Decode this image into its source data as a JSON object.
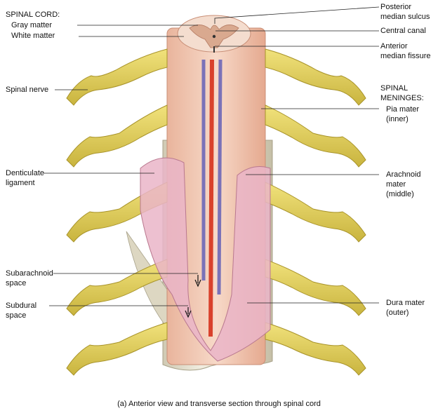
{
  "labels": {
    "spinal_cord_heading": "SPINAL CORD:",
    "gray_matter": "Gray matter",
    "white_matter": "White matter",
    "spinal_nerve": "Spinal nerve",
    "denticulate_1": "Denticulate",
    "denticulate_2": "ligament",
    "subarachnoid_1": "Subarachnoid",
    "subarachnoid_2": "space",
    "subdural_1": "Subdural",
    "subdural_2": "space",
    "posterior_1": "Posterior",
    "posterior_2": "median sulcus",
    "central_canal": "Central canal",
    "anterior_1": "Anterior",
    "anterior_2": "median fissure",
    "meninges_1": "SPINAL",
    "meninges_2": "MENINGES:",
    "pia_1": "Pia mater",
    "pia_2": "(inner)",
    "arachnoid_1": "Arachnoid",
    "arachnoid_2": "mater",
    "arachnoid_3": "(middle)",
    "dura_1": "Dura mater",
    "dura_2": "(outer)"
  },
  "caption": "(a) Anterior view and transverse section through spinal cord",
  "colors": {
    "nerve": "#e3d15a",
    "nerve_dark": "#b09a2a",
    "cord": "#f2c9b4",
    "dura": "#e7e2d0",
    "arachnoid": "#eab5c8",
    "artery": "#d9412c",
    "vein": "#7a72b8"
  }
}
